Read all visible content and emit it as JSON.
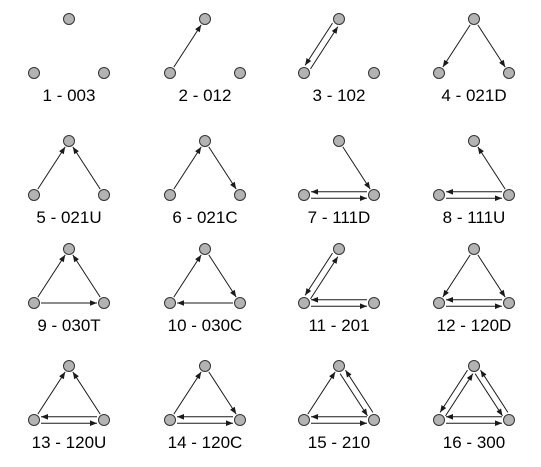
{
  "title": "",
  "colors": {
    "node_fill": "#b3b3b3",
    "node_stroke": "#333333",
    "edge": "#1a1a1a"
  },
  "triads": [
    {
      "label": "1 - 003",
      "edges": []
    },
    {
      "label": "2 - 012",
      "edges": [
        [
          "A",
          "T"
        ]
      ]
    },
    {
      "label": "3 - 102",
      "edges": [
        [
          "A",
          "T"
        ],
        [
          "T",
          "A"
        ]
      ]
    },
    {
      "label": "4 - 021D",
      "edges": [
        [
          "T",
          "A"
        ],
        [
          "T",
          "B"
        ]
      ]
    },
    {
      "label": "5 - 021U",
      "edges": [
        [
          "A",
          "T"
        ],
        [
          "B",
          "T"
        ]
      ]
    },
    {
      "label": "6 - 021C",
      "edges": [
        [
          "A",
          "T"
        ],
        [
          "T",
          "B"
        ]
      ]
    },
    {
      "label": "7 - 111D",
      "edges": [
        [
          "A",
          "B"
        ],
        [
          "B",
          "A"
        ],
        [
          "T",
          "B"
        ]
      ]
    },
    {
      "label": "8 - 111U",
      "edges": [
        [
          "A",
          "B"
        ],
        [
          "B",
          "A"
        ],
        [
          "B",
          "T"
        ]
      ]
    },
    {
      "label": "9 - 030T",
      "edges": [
        [
          "A",
          "T"
        ],
        [
          "B",
          "T"
        ],
        [
          "A",
          "B"
        ]
      ]
    },
    {
      "label": "10 - 030C",
      "edges": [
        [
          "A",
          "T"
        ],
        [
          "T",
          "B"
        ],
        [
          "B",
          "A"
        ]
      ]
    },
    {
      "label": "11 - 201",
      "edges": [
        [
          "A",
          "T"
        ],
        [
          "T",
          "A"
        ],
        [
          "A",
          "B"
        ],
        [
          "B",
          "A"
        ]
      ]
    },
    {
      "label": "12 - 120D",
      "edges": [
        [
          "A",
          "B"
        ],
        [
          "B",
          "A"
        ],
        [
          "T",
          "A"
        ],
        [
          "T",
          "B"
        ]
      ]
    },
    {
      "label": "13 - 120U",
      "edges": [
        [
          "A",
          "B"
        ],
        [
          "B",
          "A"
        ],
        [
          "A",
          "T"
        ],
        [
          "B",
          "T"
        ]
      ]
    },
    {
      "label": "14 - 120C",
      "edges": [
        [
          "A",
          "B"
        ],
        [
          "B",
          "A"
        ],
        [
          "A",
          "T"
        ],
        [
          "T",
          "B"
        ]
      ]
    },
    {
      "label": "15 - 210",
      "edges": [
        [
          "A",
          "B"
        ],
        [
          "B",
          "A"
        ],
        [
          "T",
          "B"
        ],
        [
          "B",
          "T"
        ],
        [
          "A",
          "T"
        ]
      ]
    },
    {
      "label": "16 - 300",
      "edges": [
        [
          "A",
          "B"
        ],
        [
          "B",
          "A"
        ],
        [
          "A",
          "T"
        ],
        [
          "T",
          "A"
        ],
        [
          "B",
          "T"
        ],
        [
          "T",
          "B"
        ]
      ]
    }
  ]
}
